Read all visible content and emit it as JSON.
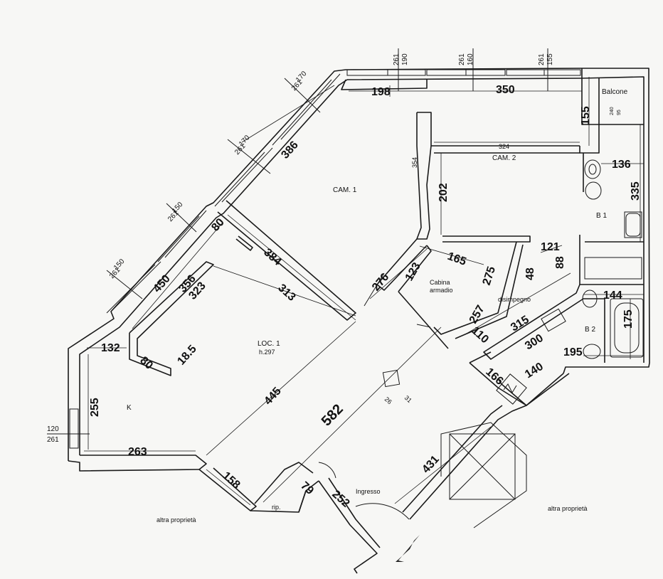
{
  "rooms": {
    "cam1": "CAM. 1",
    "cam2": "CAM. 2",
    "balcone": "Balcone",
    "b1": "B 1",
    "b2": "B 2",
    "loc1": "LOC. 1",
    "loc1_height": "h.297",
    "k": "K",
    "cabina_line1": "Cabina",
    "cabina_line2": "armadio",
    "disimpegno": "disimpegno",
    "rip": "rip.",
    "ingresso": "Ingresso",
    "altra_left": "altra proprietà",
    "altra_right": "altra proprietà"
  },
  "dimensions": {
    "d198": "198",
    "d350": "350",
    "d155": "155",
    "d324": "324",
    "d354": "354",
    "d202": "202",
    "d136": "136",
    "d335": "335",
    "d386": "386",
    "d80a": "80",
    "d384": "384",
    "d356": "356",
    "d323": "323",
    "d450": "450",
    "d313": "313",
    "d276": "276",
    "d123": "123",
    "d165": "165",
    "d275": "275",
    "d121": "121",
    "d88": "88",
    "d48": "48",
    "d257": "257",
    "d315": "315",
    "d110": "110",
    "d300": "300",
    "d144": "144",
    "d175": "175",
    "d195": "195",
    "d140": "140",
    "d166": "166",
    "d132": "132",
    "d80b": "80",
    "d185": "18.5",
    "d255": "255",
    "d263": "263",
    "d445": "445",
    "d582": "582",
    "d26": "26",
    "d31": "31",
    "d158": "158",
    "d79": "79",
    "d252": "252",
    "d431": "431"
  },
  "windows": {
    "w1_top": "190",
    "w1_bot": "261",
    "w2_top": "160",
    "w2_bot": "261",
    "w3_top": "155",
    "w3_bot": "261",
    "w4_top": "170",
    "w4_bot": "261",
    "w5_top": "170",
    "w5_bot": "261",
    "w6_top": "150",
    "w6_bot": "261",
    "w7_top": "150",
    "w7_bot": "261",
    "w8_top": "120",
    "w8_bot": "261",
    "balcone_top": "95",
    "balcone_bot": "240"
  }
}
